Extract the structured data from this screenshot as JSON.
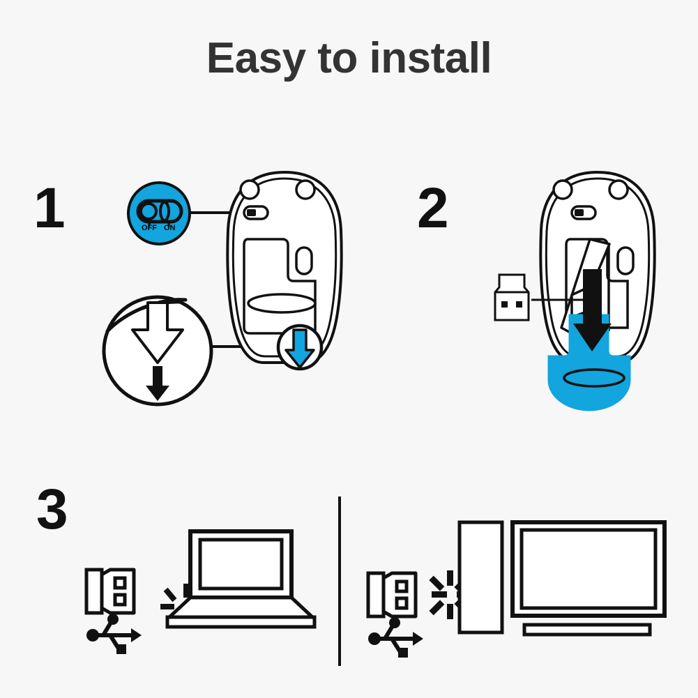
{
  "page": {
    "title": "Easy to install",
    "background_color": "#f7f7f7",
    "accent_color": "#12a5de",
    "line_color": "#111111",
    "title_color": "#333333"
  },
  "steps": [
    {
      "number": "1",
      "caption": "",
      "callout_switch": {
        "off_label": "OFF",
        "on_label": "ON",
        "circle_color": "#12a5de"
      },
      "icons": [
        "mouse-bottom-icon",
        "power-switch-icon",
        "magnifier-circle-icon",
        "down-arrow-outline-icon",
        "down-arrow-solid-icon",
        "blue-down-arrow-icon"
      ]
    },
    {
      "number": "2",
      "caption": "",
      "icons": [
        "mouse-bottom-icon",
        "battery-cover-open-icon",
        "usb-dongle-icon",
        "down-arrow-solid-icon"
      ]
    },
    {
      "number": "3",
      "caption": "",
      "left": {
        "icons": [
          "usb-dongle-icon",
          "usb-trident-icon",
          "laptop-icon",
          "signal-marks-icon"
        ]
      },
      "right": {
        "icons": [
          "usb-dongle-icon",
          "usb-trident-icon",
          "pc-tower-icon",
          "signal-burst-icon",
          "monitor-icon",
          "monitor-stand-icon"
        ]
      },
      "divider": "vertical-divider"
    }
  ]
}
